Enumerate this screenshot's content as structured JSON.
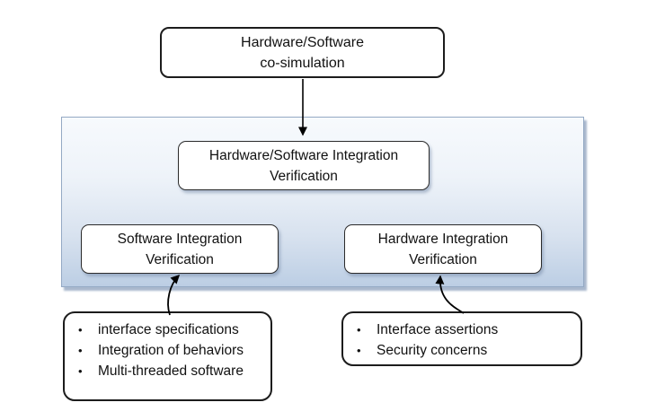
{
  "diagram": {
    "title_implicit": "Hardware/Software integration verification flow",
    "bullet_char": "•",
    "colors": {
      "container_gradient_top": "#f7fafd",
      "container_gradient_bottom": "#bccee4",
      "container_border": "#94a9c4",
      "container_shadow": "#a9b8cd",
      "node_border": "#1c1c1c",
      "arrow": "#000000",
      "background": "#ffffff"
    },
    "top_box": {
      "line1": "Hardware/Software",
      "line2": "co-simulation"
    },
    "integration_box": {
      "line1": "Hardware/Software Integration",
      "line2": "Verification"
    },
    "software_box": {
      "line1": "Software Integration",
      "line2": "Verification"
    },
    "hardware_box": {
      "line1": "Hardware Integration",
      "line2": "Verification"
    },
    "software_notes": {
      "items": [
        "interface specifications",
        "Integration of behaviors",
        "Multi-threaded software"
      ]
    },
    "hardware_notes": {
      "items": [
        "Interface assertions",
        "Security concerns"
      ]
    }
  }
}
